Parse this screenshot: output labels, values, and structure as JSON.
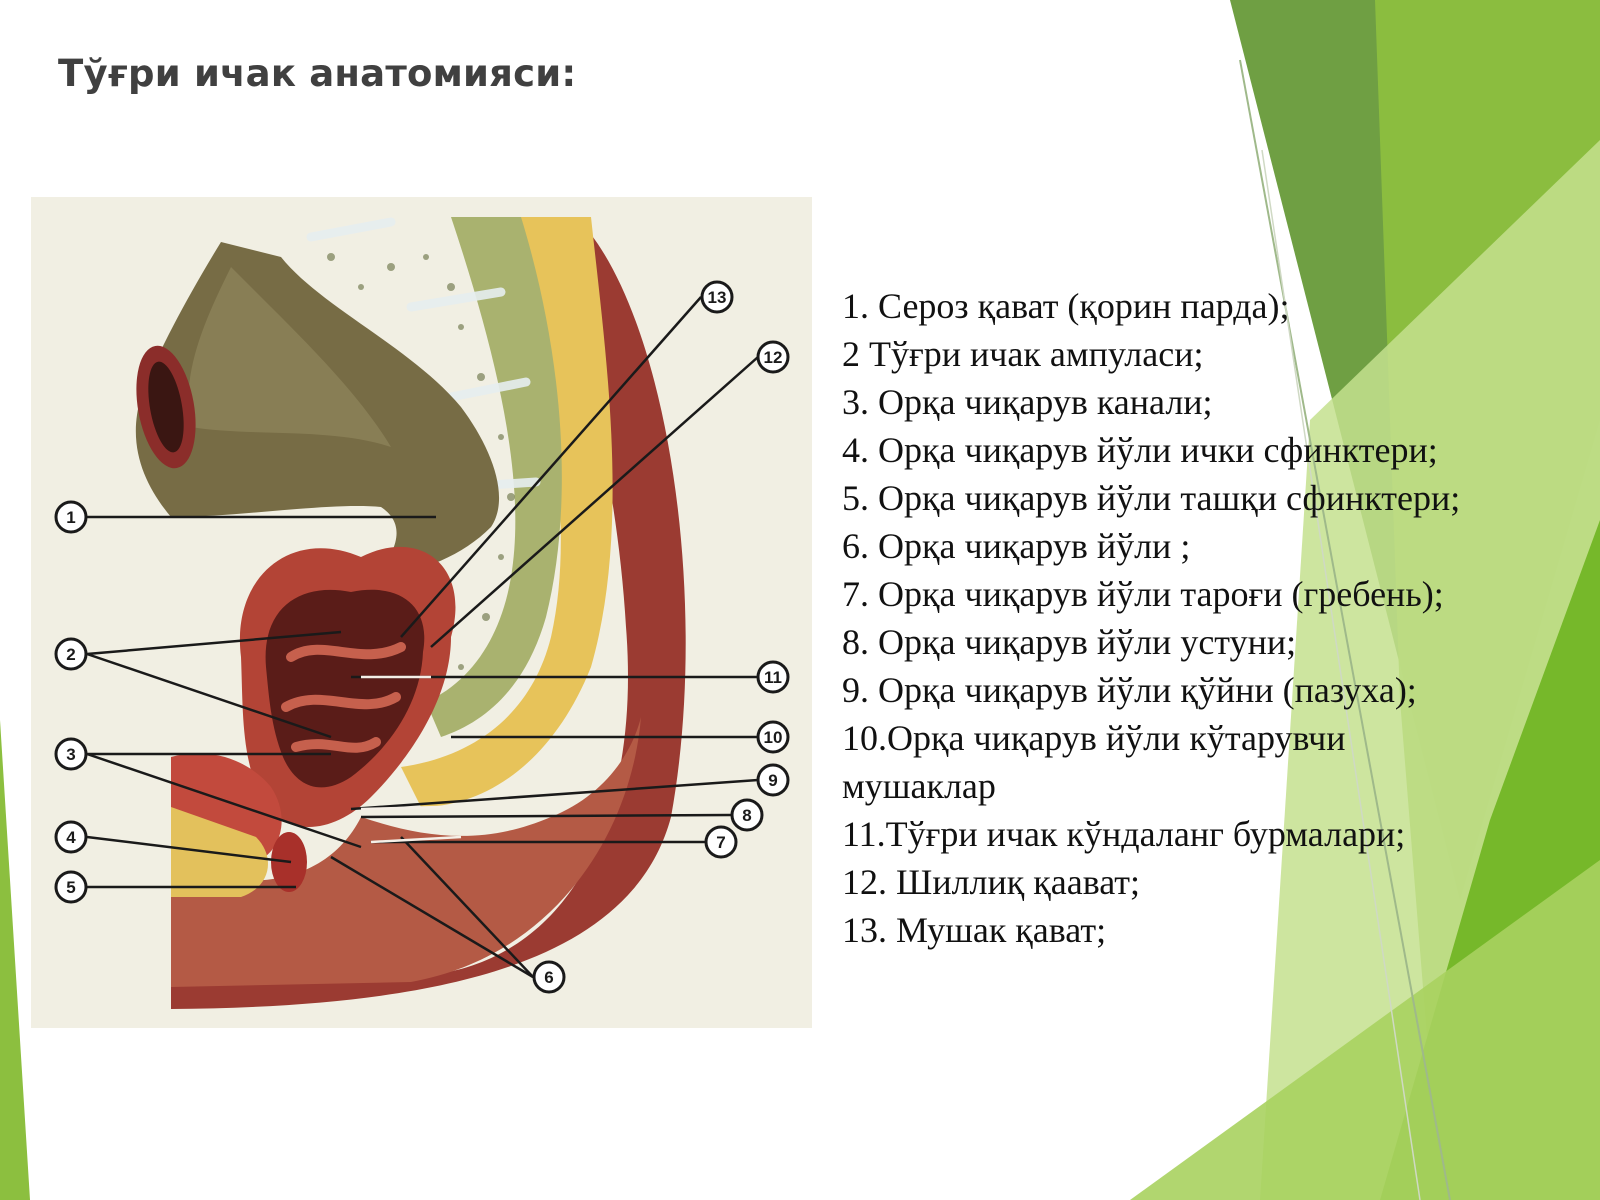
{
  "slide": {
    "title": "Тўғри ичак анатомияси:",
    "accent_colors": {
      "dark_green": "#6f9f43",
      "mid_green": "#8cbf3f",
      "light_green": "#c4e08e",
      "bright_green": "#76b82a"
    }
  },
  "figure": {
    "callout_numbers": [
      "1",
      "2",
      "3",
      "4",
      "5",
      "6",
      "7",
      "8",
      "9",
      "10",
      "11",
      "12",
      "13"
    ]
  },
  "legend": {
    "items": [
      "1. Сероз қават (қорин парда);",
      "2  Тўғри ичак ампуласи;",
      "3. Орқа чиқарув канали;",
      "4. Орқа чиқарув йўли ички сфинктери;",
      "5. Орқа чиқарув йўли ташқи сфинктери;",
      "6. Орқа чиқарув йўли ;",
      "7. Орқа чиқарув йўли тароғи (гребень);",
      "8. Орқа чиқарув йўли устуни;",
      "9. Орқа чиқарув йўли қўйни (пазуха);",
      "10.Орқа чиқарув йўли кўтарувчи мушаклар",
      "11.Тўғри ичак кўндаланг бурмалари;",
      "12. Шиллиқ қаават;",
      "13. Мушак қават;"
    ]
  }
}
